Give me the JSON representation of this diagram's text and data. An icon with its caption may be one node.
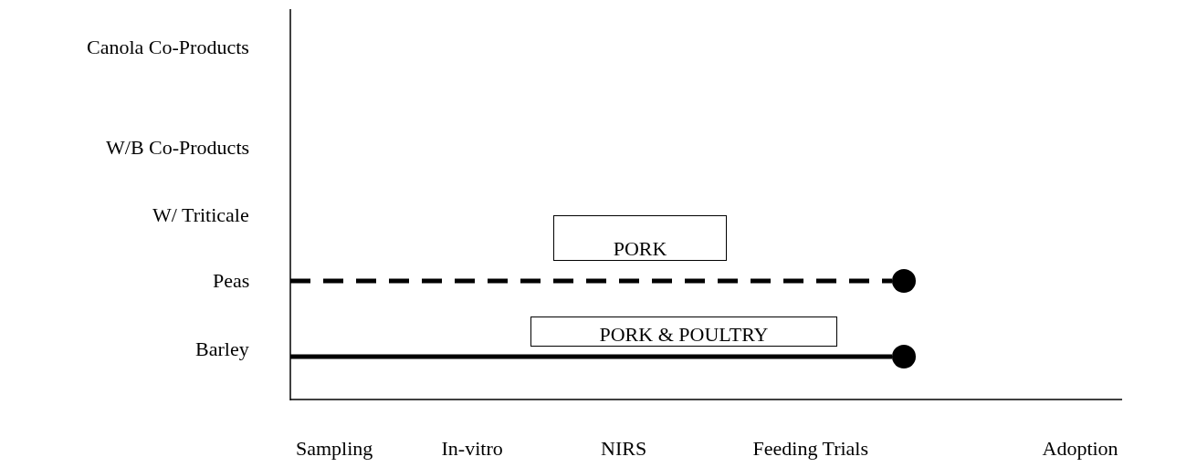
{
  "diagram": {
    "nodes": [
      {
        "text": [
          "PORK"
        ]
      },
      {
        "text": [
          "PORK & POULTRY"
        ]
      },
      {
        "text": [],
        "shape": "circle"
      },
      {
        "text": [],
        "shape": "circle"
      }
    ],
    "edges": [
      {
        "from": null,
        "to": 2,
        "arrow": "none",
        "style": "dashed"
      },
      {
        "from": null,
        "to": 3,
        "arrow": "none"
      }
    ],
    "labels": [
      "Canola  Co-Products",
      "W/B Co-Products",
      "W/ Triticale",
      "Peas",
      "Barley",
      "Sampling",
      "In-vitro",
      "NIRS",
      "Feeding Trials",
      "Adoption"
    ]
  }
}
